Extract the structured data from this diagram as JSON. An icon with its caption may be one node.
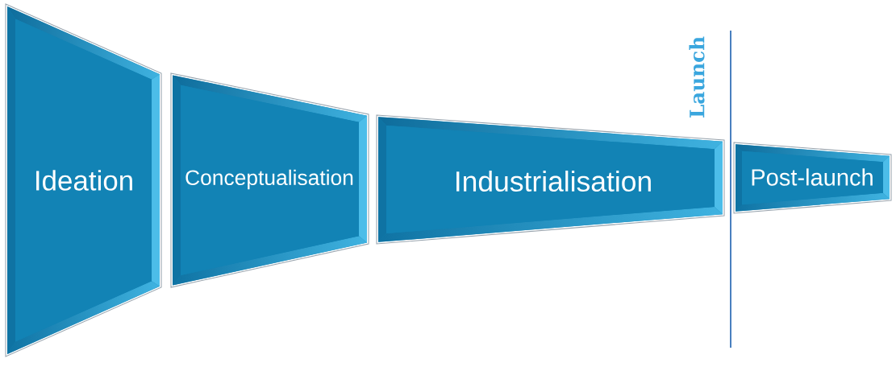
{
  "diagram": {
    "nodes": [
      {
        "text": [
          "Ideation"
        ]
      },
      {
        "text": [
          "Conceptualisation"
        ]
      },
      {
        "text": [
          "Industrialisation"
        ]
      },
      {
        "text": [
          "Post-launch"
        ]
      }
    ],
    "labels": [
      "Launch"
    ]
  }
}
